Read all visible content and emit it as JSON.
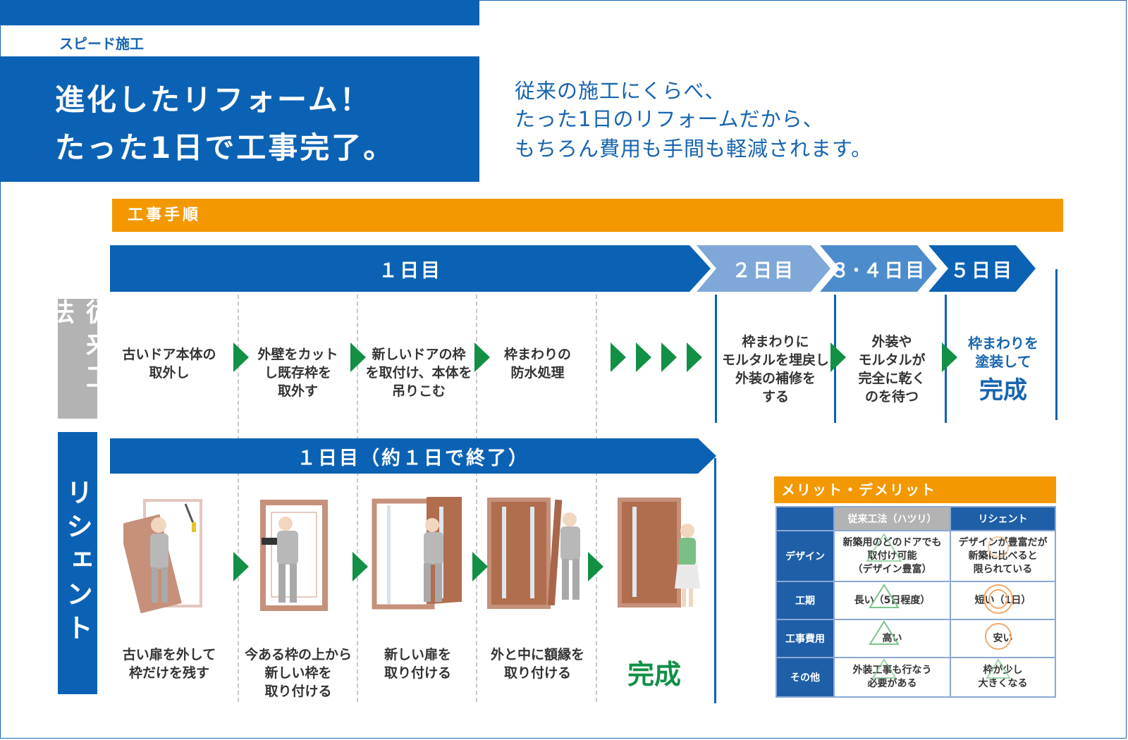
{
  "header": {
    "subtitle": "スピード施工",
    "headline_1": "進化したリフォーム！",
    "headline_2": "たった1日で工事完了。",
    "intro": [
      "従来の施工にくらべ、",
      "たった1日のリフォームだから、",
      "もちろん費用も手間も軽減されます。"
    ]
  },
  "process": {
    "title": "工事手順",
    "days": [
      "１日目",
      "２日目",
      "３･４日目",
      "５日目"
    ],
    "conventional": {
      "label": "従来工法",
      "steps": [
        [
          "古いドア本体の",
          "取外し"
        ],
        [
          "外壁をカット",
          "し既存枠を",
          "取外す"
        ],
        [
          "新しいドアの枠",
          "を取付け、本体を",
          "吊りこむ"
        ],
        [
          "枠まわりの",
          "防水処理"
        ],
        [
          "枠まわりに",
          "モルタルを埋戻し",
          "外装の補修を",
          "する"
        ],
        [
          "外装や",
          "モルタルが",
          "完全に乾く",
          "のを待つ"
        ]
      ],
      "final": [
        "枠まわりを",
        "塗装して"
      ],
      "final_big": "完成"
    },
    "recent": {
      "label": "リシェント",
      "day": "１日目（約１日で終了）",
      "steps": [
        [
          "古い扉を外して",
          "枠だけを残す"
        ],
        [
          "今ある枠の上から",
          "新しい枠を",
          "取り付ける"
        ],
        [
          "新しい扉を",
          "取り付ける"
        ],
        [
          "外と中に額縁を",
          "取り付ける"
        ]
      ],
      "final": "完成"
    }
  },
  "merit": {
    "title": "メリット・デメリット",
    "columns": [
      "従来工法（ハツリ）",
      "リシェント"
    ],
    "rows": [
      {
        "label": "デザイン",
        "conv": [
          "新築用のどのドアでも",
          "取付け可能",
          "（デザイン豊富）"
        ],
        "rec": [
          "デザインが豊富だが",
          "新築に比べると",
          "限られている"
        ]
      },
      {
        "label": "工期",
        "conv": [
          "長い（5日程度）"
        ],
        "rec": [
          "短い（1日）"
        ]
      },
      {
        "label": "工事費用",
        "conv": [
          "高い"
        ],
        "rec": [
          "安い"
        ]
      },
      {
        "label": "その他",
        "conv": [
          "外装工事も行なう",
          "必要がある"
        ],
        "rec": [
          "枠が少し",
          "大きくなる"
        ]
      }
    ]
  },
  "colors": {
    "blue": "#0b62b4",
    "orange": "#f39800",
    "green": "#119046",
    "gray": "#b3b3b3"
  }
}
